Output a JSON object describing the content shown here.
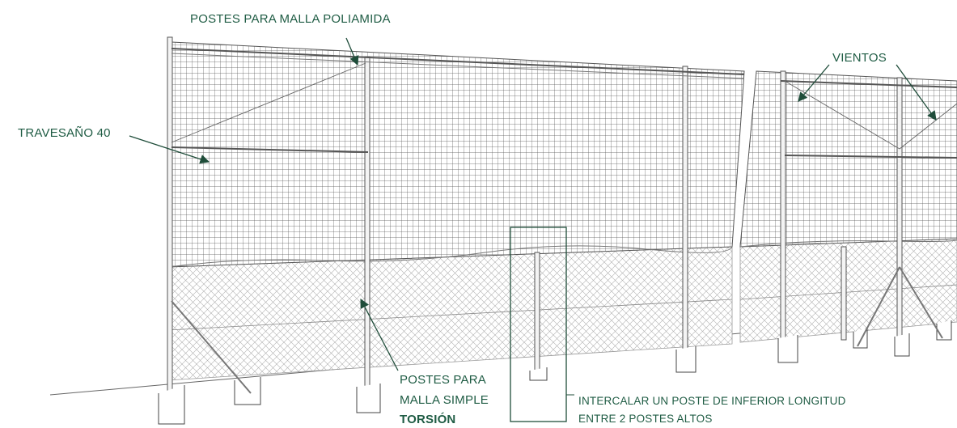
{
  "labels": {
    "postes_poliamida": "POSTES PARA MALLA POLIAMIDA",
    "vientos": "VIENTOS",
    "travesano": "TRAVESAÑO 40",
    "postes_simple_1": "POSTES PARA",
    "postes_simple_2": "MALLA SIMPLE",
    "postes_simple_3": "TORSIÓN",
    "intercalar_1": "INTERCALAR UN POSTE DE INFERIOR LONGITUD",
    "intercalar_2": "ENTRE 2 POSTES ALTOS"
  },
  "colors": {
    "accent": "#1f5c44",
    "line": "#555555",
    "mesh": "#666666",
    "chainlink": "#9a9a9a"
  }
}
